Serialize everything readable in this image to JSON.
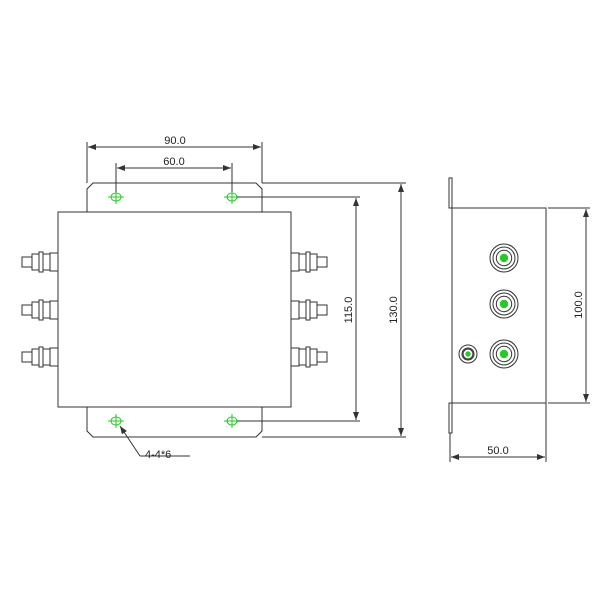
{
  "dimensions": {
    "width_outer": "90.0",
    "hole_spacing": "60.0",
    "body_height": "115.0",
    "total_height": "130.0",
    "side_height": "100.0",
    "depth": "50.0",
    "holes": "4-4*6"
  },
  "colors": {
    "hole": "#22cc22",
    "line": "#333333"
  }
}
